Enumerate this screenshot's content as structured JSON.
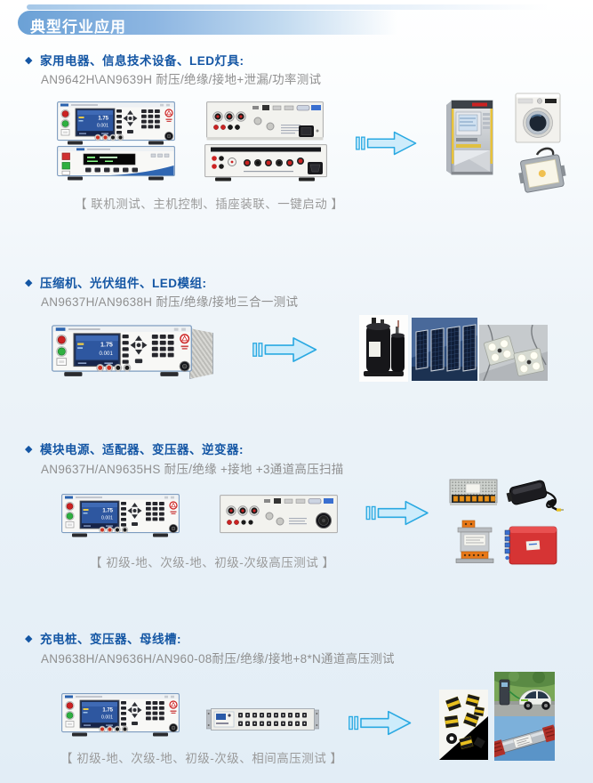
{
  "page": {
    "title": "典型行业应用",
    "bullet": "◆"
  },
  "sections": [
    {
      "heading": "家用电器、信息技术设备、LED灯具:",
      "models": "AN9642H\\AN9639H 耐压/绝缘/接地+泄漏/功率测试",
      "caption": "【 联机测试、主机控制、插座装联、一键启动 】"
    },
    {
      "heading": "压缩机、光伏组件、LED模组:",
      "models": "AN9637H/AN9638H 耐压/绝缘/接地三合一测试",
      "caption": ""
    },
    {
      "heading": "模块电源、适配器、变压器、逆变器:",
      "models": "AN9637H/AN9635HS 耐压/绝缘 +接地 +3通道高压扫描",
      "caption": "【 初级-地、次级-地、初级-次级高压测试 】"
    },
    {
      "heading": "充电桩、变压器、母线槽:",
      "models": "AN9638H/AN9636H/AN960-08耐压/绝缘/接地+8*N通道高压测试",
      "caption": "【 初级-地、次级-地、初级-次级、相间高压测试 】"
    }
  ],
  "instrument": {
    "screen_line1": "1.75",
    "screen_line2": "0.001"
  },
  "colors": {
    "heading": "#1456a4",
    "subtitle": "#8f8f8f",
    "arrow_stroke": "#2aa9e2",
    "arrow_fill": "#cdecfb"
  }
}
